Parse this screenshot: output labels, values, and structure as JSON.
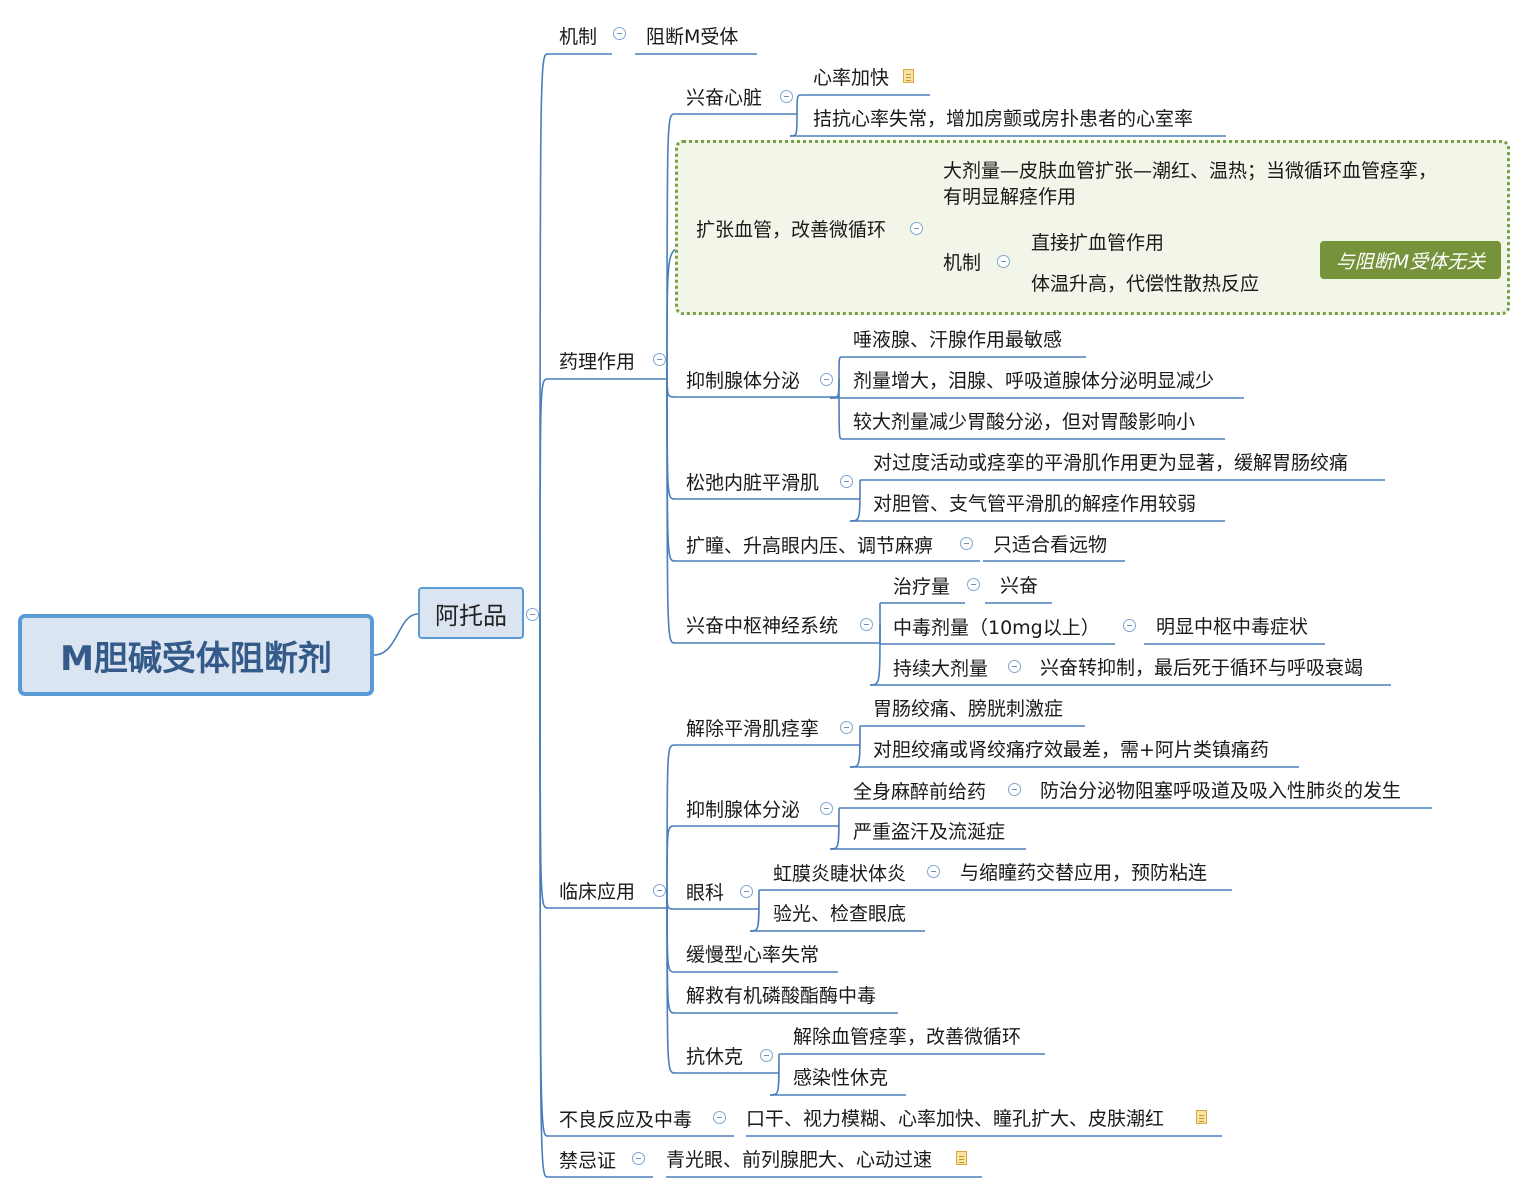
{
  "root": {
    "title": "M胆碱受体阻断剂"
  },
  "main_topic": {
    "title": "阿托品"
  },
  "callout": {
    "text": "与阻断M受体无关"
  },
  "nodes": {
    "n_mech": "机制",
    "n_mech_1": "阻断M受体",
    "n_pharm": "药理作用",
    "n_heart": "兴奋心脏",
    "n_heart_1": "心率加快",
    "n_heart_2": "拮抗心率失常，增加房颤或房扑患者的心室率",
    "n_vaso": "扩张血管，改善微循环",
    "n_vaso_1": "大剂量—皮肤血管扩张—潮红、温热；当微循环血管痉挛，有明显解痉作用",
    "n_vaso_2": "机制",
    "n_vaso_2a": "直接扩血管作用",
    "n_vaso_2b": "体温升高，代偿性散热反应",
    "n_gland": "抑制腺体分泌",
    "n_gland_1": "唾液腺、汗腺作用最敏感",
    "n_gland_2": "剂量增大，泪腺、呼吸道腺体分泌明显减少",
    "n_gland_3": "较大剂量减少胃酸分泌，但对胃酸影响小",
    "n_smooth": "松弛内脏平滑肌",
    "n_smooth_1": "对过度活动或痉挛的平滑肌作用更为显著，缓解胃肠绞痛",
    "n_smooth_2": "对胆管、支气管平滑肌的解痉作用较弱",
    "n_eye": "扩瞳、升高眼内压、调节麻痹",
    "n_eye_1": "只适合看远物",
    "n_cns": "兴奋中枢神经系统",
    "n_cns_1": "治疗量",
    "n_cns_1a": "兴奋",
    "n_cns_2": "中毒剂量（10mg以上）",
    "n_cns_2a": "明显中枢中毒症状",
    "n_cns_3": "持续大剂量",
    "n_cns_3a": "兴奋转抑制，最后死于循环与呼吸衰竭",
    "n_clin": "临床应用",
    "n_spasm": "解除平滑肌痉挛",
    "n_spasm_1": "胃肠绞痛、膀胱刺激症",
    "n_spasm_2": "对胆绞痛或肾绞痛疗效最差，需+阿片类镇痛药",
    "n_cgland": "抑制腺体分泌",
    "n_cgland_1": "全身麻醉前给药",
    "n_cgland_1a": "防治分泌物阻塞呼吸道及吸入性肺炎的发生",
    "n_cgland_2": "严重盗汗及流涎症",
    "n_ophth": "眼科",
    "n_ophth_1": "虹膜炎睫状体炎",
    "n_ophth_1a": "与缩瞳药交替应用，预防粘连",
    "n_ophth_2": "验光、检查眼底",
    "n_brady": "缓慢型心率失常",
    "n_op": "解救有机磷酸酯酶中毒",
    "n_shock": "抗休克",
    "n_shock_1": "解除血管痉挛，改善微循环",
    "n_shock_2": "感染性休克",
    "n_adverse": "不良反应及中毒",
    "n_adverse_1": "口干、视力模糊、心率加快、瞳孔扩大、皮肤潮红",
    "n_contra": "禁忌证",
    "n_contra_1": "青光眼、前列腺肥大、心动过速"
  },
  "colors": {
    "line": "#4a7ebb",
    "root_border": "#5b9bd5",
    "root_fill": "#dbe5f1",
    "boundary_border": "#77a045",
    "boundary_fill": "#f1f6e9",
    "callout_fill": "#76933c",
    "bracket": "#a9d18e"
  },
  "icons": [
    "collapse-icon",
    "note-icon"
  ]
}
